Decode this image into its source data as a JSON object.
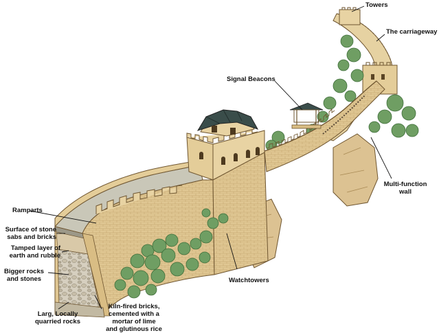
{
  "labels": {
    "towers": "Towers",
    "carriageway": "The carriageway",
    "signal_beacons": "Signal Beacons",
    "ramparts": "Ramparts",
    "surface": [
      "Surface of stone",
      "sabs and bricks"
    ],
    "tamped": [
      "Tamped layer of",
      "earth and rubble"
    ],
    "bigger_rocks": [
      "Bigger rocks",
      "and stones"
    ],
    "large_rocks": [
      "Larg, Locally",
      "quarried rocks"
    ],
    "kiln_bricks": [
      "Kiln-fired bricks,",
      "cemented with a",
      "mortar of lime",
      "and glutinous rice"
    ],
    "watchtowers": "Watchtowers",
    "multi_function": [
      "Multi-function",
      "wall"
    ]
  },
  "colors": {
    "wall_light": "#e8d3a3",
    "wall_mid": "#d9bd84",
    "wall_dark": "#b8975c",
    "outline": "#6e5530",
    "walkway": "#c9c7b8",
    "foliage": "#6f9e63",
    "foliage_dark": "#3f6e3a",
    "roof": "#3a4d4a",
    "rubble": "#cfc9bb",
    "rock": "#d4b98a",
    "leader": "#111111"
  },
  "icons": {
    "pavilion": "signal-beacon-pavilion",
    "shrubs": "shrub-cluster"
  }
}
